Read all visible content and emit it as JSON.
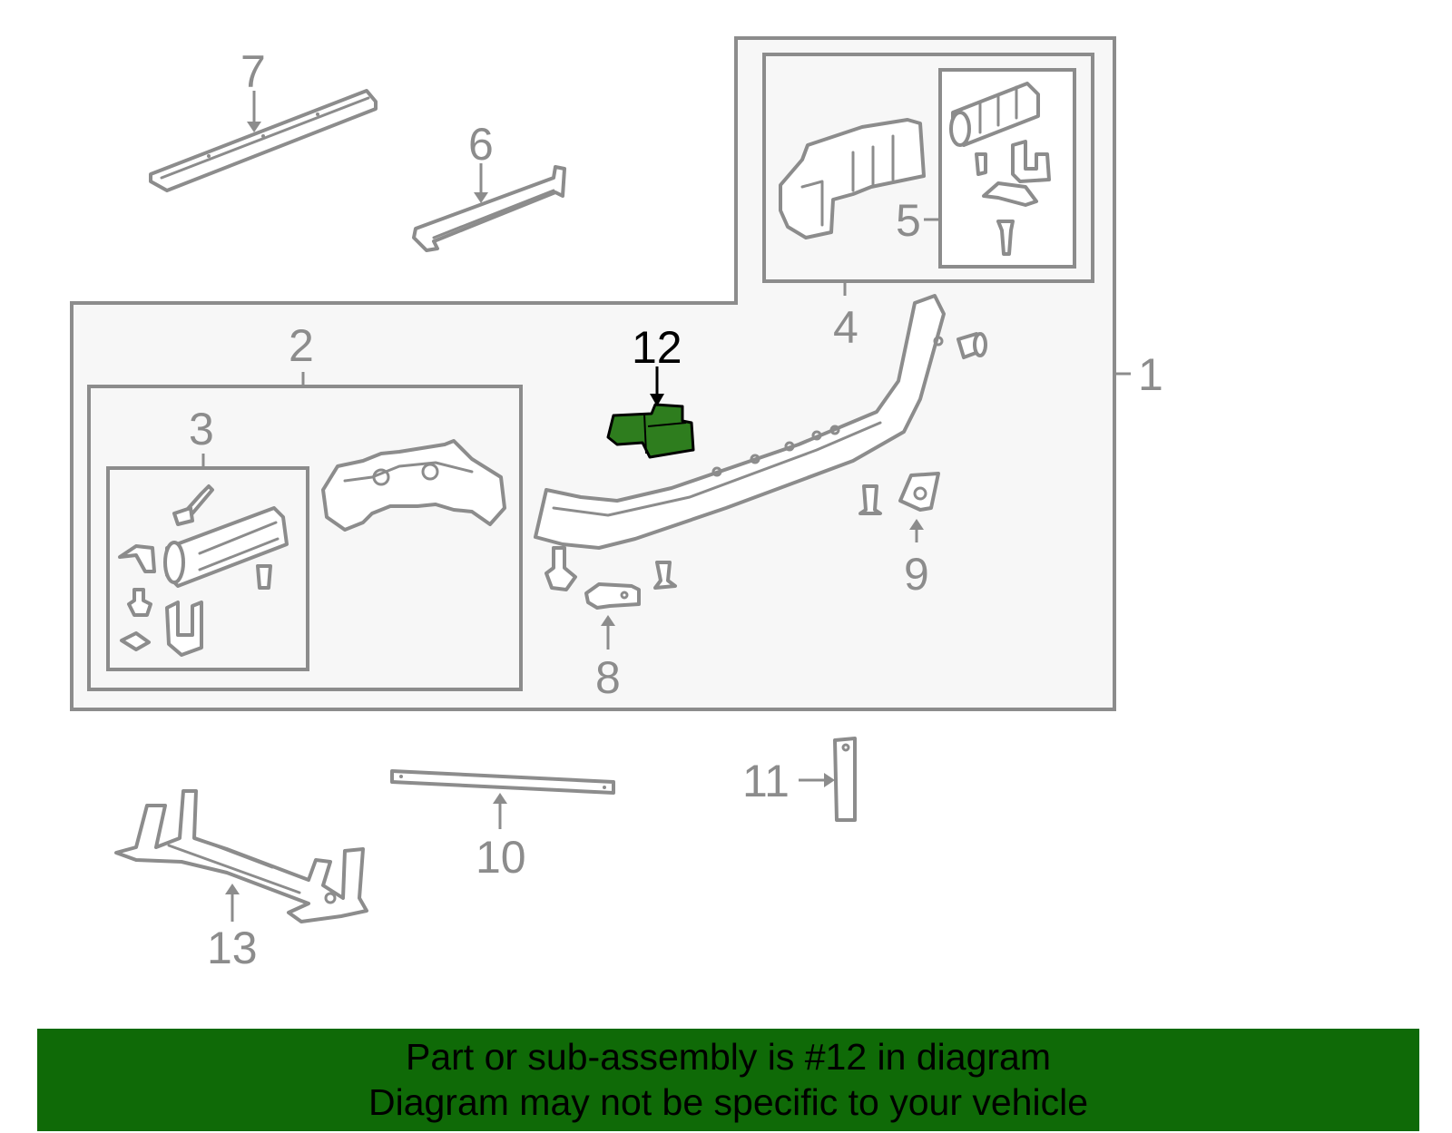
{
  "callouts": {
    "c1": "1",
    "c2": "2",
    "c3": "3",
    "c4": "4",
    "c5": "5",
    "c6": "6",
    "c7": "7",
    "c8": "8",
    "c9": "9",
    "c10": "10",
    "c11": "11",
    "c12": "12",
    "c13": "13"
  },
  "highlight_part": "12",
  "colors": {
    "highlight_fill": "#2e7d1e",
    "banner_bg": "#0f6a07",
    "line_gray": "#8c8c8c",
    "box_fill": "#f7f7f7"
  },
  "banner": {
    "line1": "Part or sub-assembly is #12 in diagram",
    "line2": "Diagram may not be specific to your vehicle"
  }
}
